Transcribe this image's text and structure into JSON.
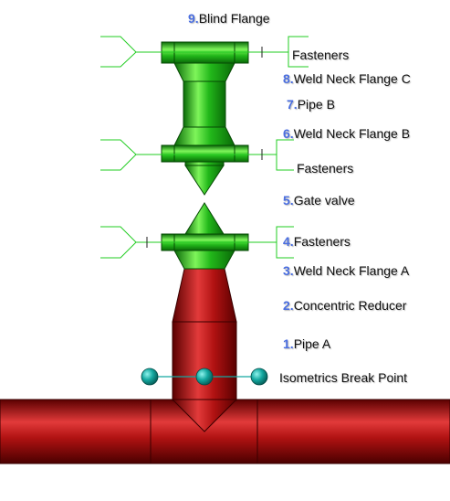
{
  "labels": {
    "blind_flange": {
      "num": "9.",
      "text": "Blind Flange"
    },
    "fasteners_top": {
      "num": "",
      "text": "Fasteners"
    },
    "weld_neck_flange_c": {
      "num": "8.",
      "text": "Weld Neck Flange C"
    },
    "pipe_b": {
      "num": "7.",
      "text": "Pipe B"
    },
    "weld_neck_flange_b": {
      "num": "6.",
      "text": "Weld Neck Flange B"
    },
    "fasteners_mid": {
      "num": "",
      "text": "Fasteners"
    },
    "gate_valve": {
      "num": "5.",
      "text": "Gate valve"
    },
    "fasteners_low": {
      "num": "4.",
      "text": "Fasteners"
    },
    "weld_neck_flange_a": {
      "num": "3.",
      "text": "Weld Neck Flange A"
    },
    "concentric_reducer": {
      "num": "2.",
      "text": "Concentric Reducer"
    },
    "pipe_a": {
      "num": "1.",
      "text": "Pipe A"
    },
    "isometrics_break": {
      "num": "",
      "text": "Isometrics Break Point"
    }
  },
  "colors": {
    "green_light": "#7ef55a",
    "green": "#22b81a",
    "green_dark": "#0a6a08",
    "red_light": "#e23a3a",
    "red": "#b01212",
    "red_dark": "#5a0000",
    "teal": "#14a8a0",
    "number": "#4a6ee0"
  }
}
